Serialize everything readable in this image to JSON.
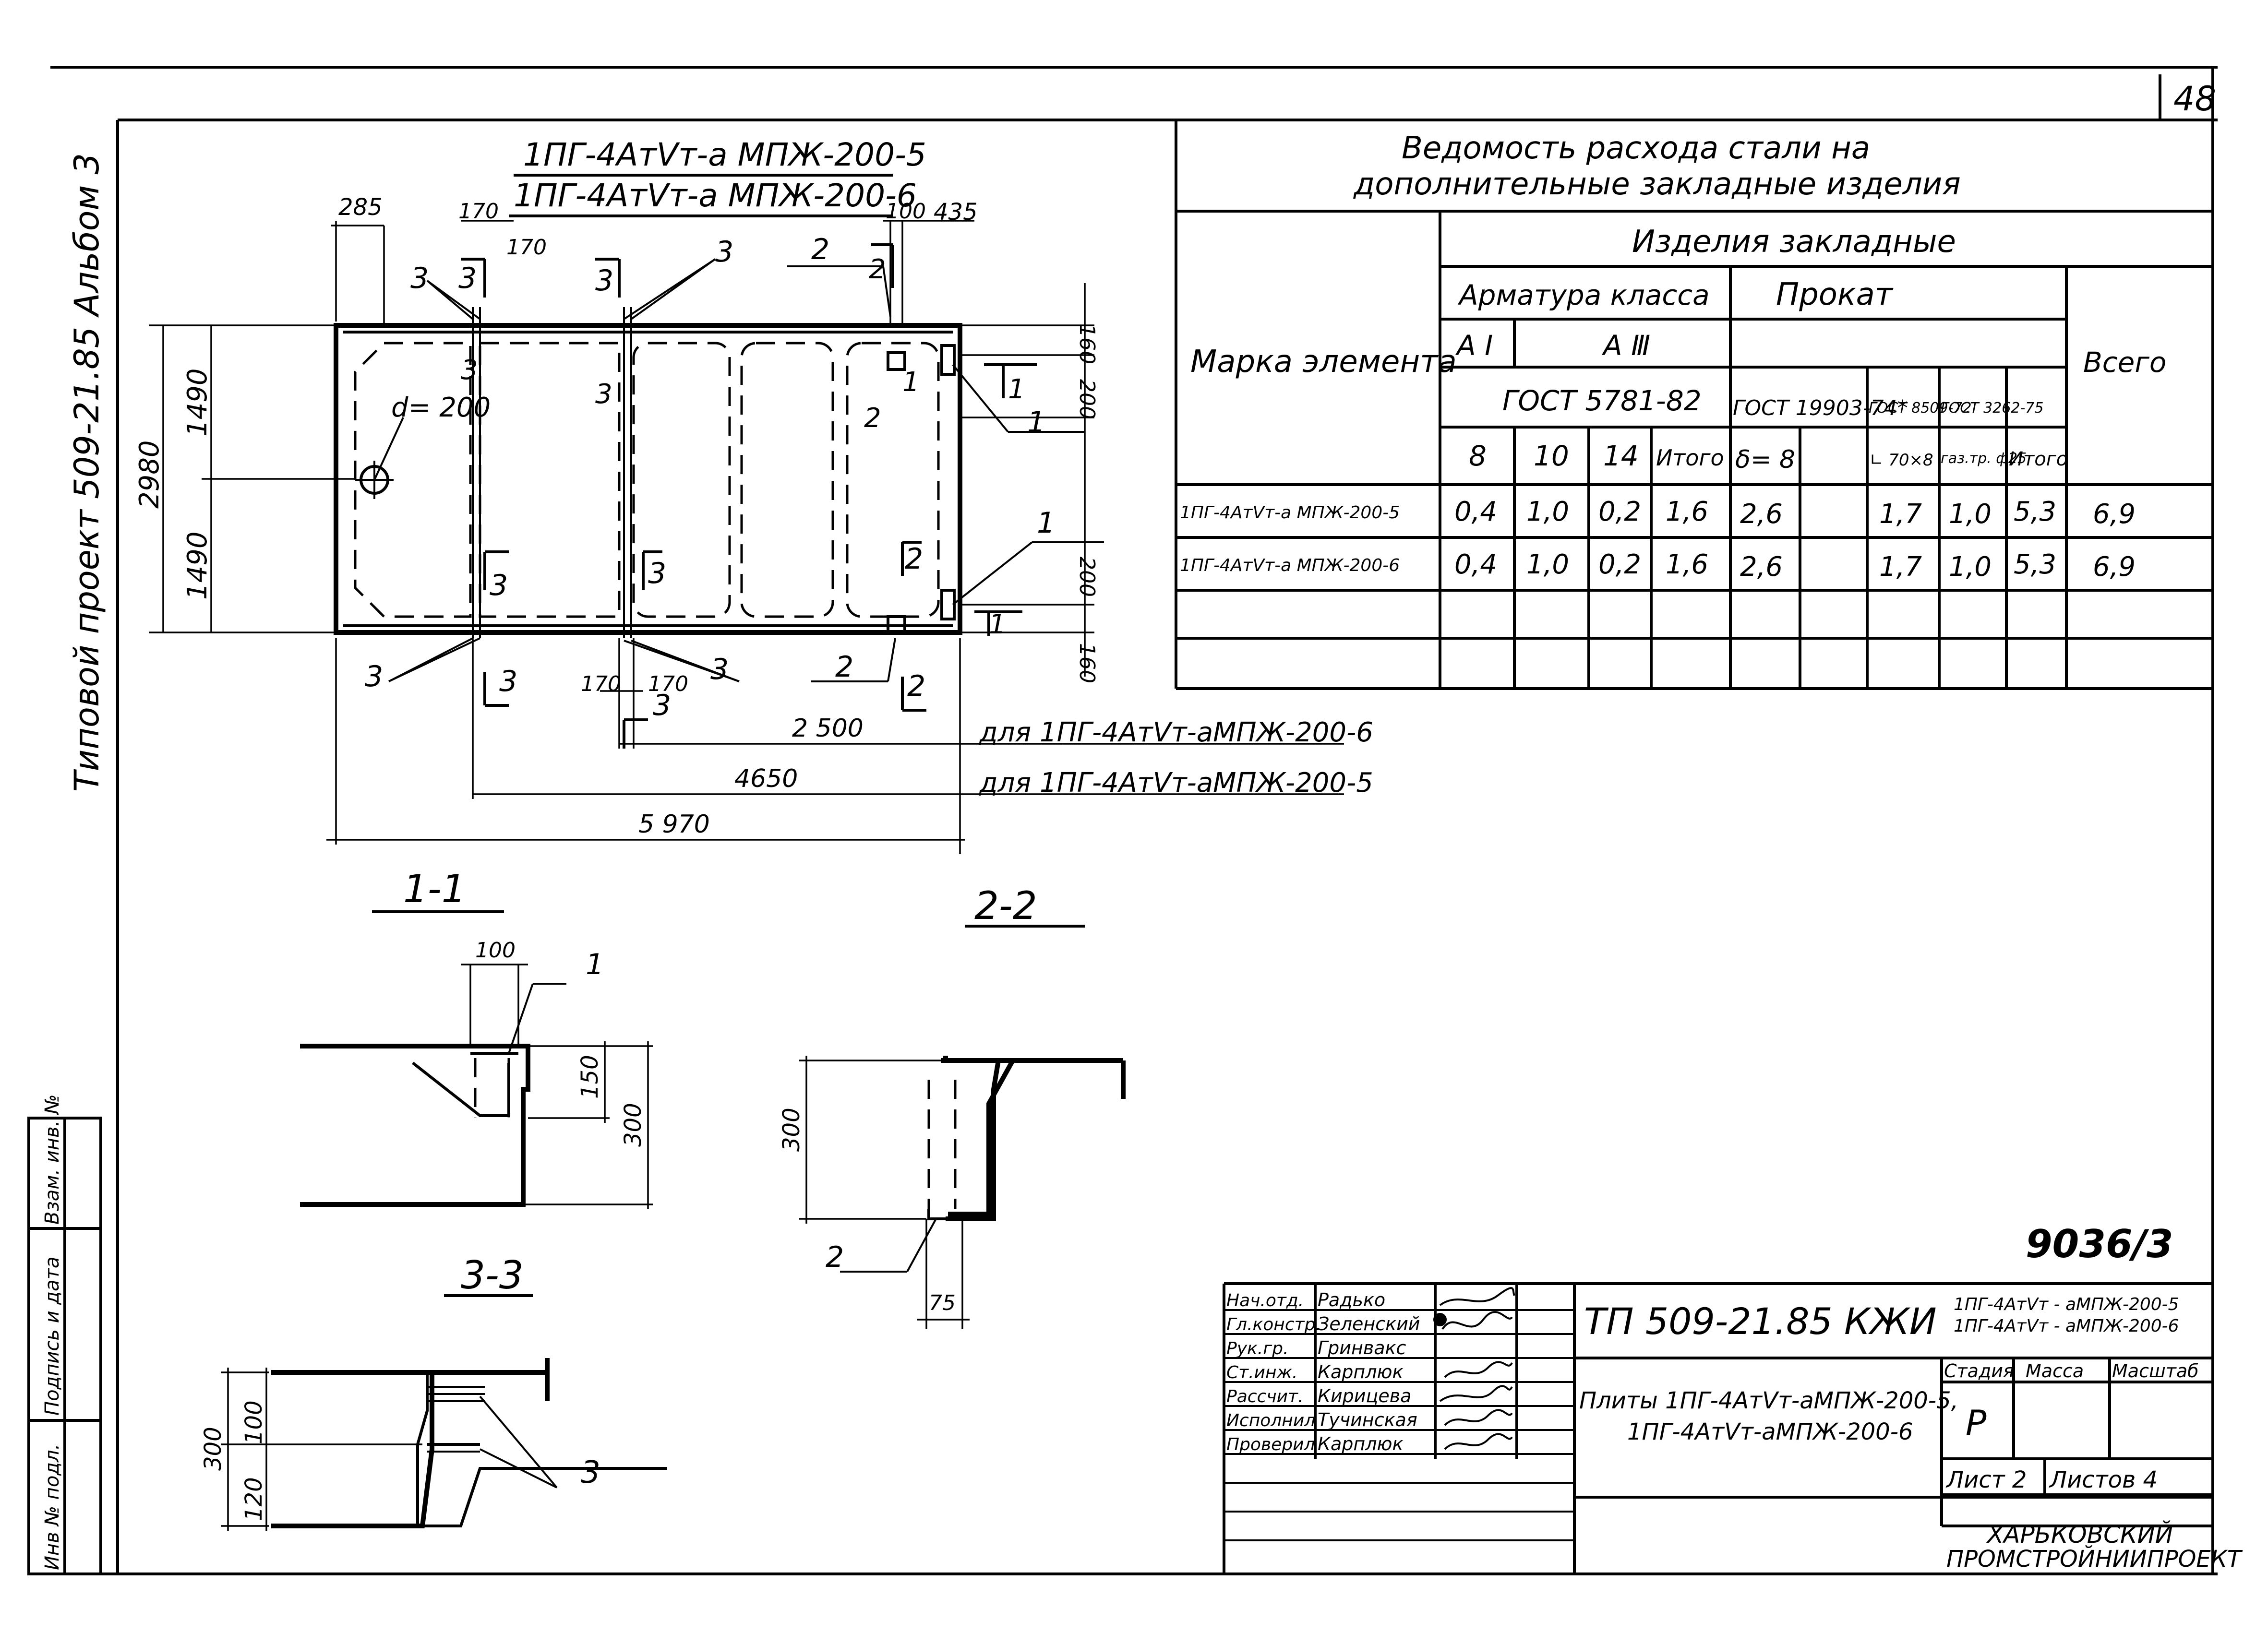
{
  "sheet_corner_number": "48",
  "side_stamp": "Типовой проект 509-21.85 Альбом 3",
  "left_strip": {
    "inv": "Инв № подл.",
    "sign": "Подпись и дата",
    "vzam": "Взам. инв. №"
  },
  "plan": {
    "title_1": "1ПГ-4АтⅤт-а МПЖ-200-5",
    "title_2": "1ПГ-4АтⅤт-а МПЖ-200-6",
    "dims": {
      "d285": "285",
      "d170a": "170",
      "d170b": "170",
      "d100": "100",
      "d435": "435",
      "d160a": "160",
      "d200a": "200",
      "d200b": "200",
      "d160b": "160",
      "d1490a": "1490",
      "d1490b": "1490",
      "d2980": "2980",
      "d170c": "170",
      "d170d": "170",
      "d2500": "2 500",
      "d4650": "4650",
      "d5970": "5 970"
    },
    "hole": "d= 200",
    "callouts": {
      "n1": "1",
      "n2": "2",
      "n3": "3"
    },
    "cuts": {
      "c1": "1",
      "c2": "2",
      "c3": "3"
    },
    "note_6": "для 1ПГ-4АтⅤт-аМПЖ-200-6",
    "note_5": "для 1ПГ-4АтⅤт-аМПЖ-200-5"
  },
  "sections": {
    "s11": {
      "title": "1-1",
      "d100": "100",
      "d150": "150",
      "d300": "300",
      "pos": "1"
    },
    "s22": {
      "title": "2-2",
      "d300": "300",
      "d75": "75",
      "pos": "2"
    },
    "s33": {
      "title": "3-3",
      "d300": "300",
      "d100": "100",
      "d120": "120",
      "pos": "3"
    }
  },
  "steel_table": {
    "title_1": "Ведомость расхода стали на",
    "title_2": "дополнительные закладные изделия",
    "h_mark": "Марка элемента",
    "h_items": "Изделия закладные",
    "h_rebar": "Арматура класса",
    "h_rolled": "Прокат",
    "h_total": "Всего",
    "h_ai": "А Ⅰ",
    "h_aiii": "А Ⅲ",
    "h_gost5781": "ГОСТ 5781-82",
    "h_gost19903": "ГОСТ 19903-74*",
    "h_gost8509": "ГОСТ 8509-72",
    "h_gost3262": "ГОСТ 3262-75",
    "sub": [
      "8",
      "10",
      "14",
      "Итого",
      "δ= 8",
      "",
      "∟ 70×8",
      "газ.тр. ф25",
      "Итого"
    ],
    "rows": [
      {
        "mark": "1ПГ-4АтⅤт-а МПЖ-200-5",
        "cells": [
          "0,4",
          "1,0",
          "0,2",
          "1,6",
          "2,6",
          "",
          "1,7",
          "1,0",
          "5,3"
        ],
        "total": "6,9"
      },
      {
        "mark": "1ПГ-4АтⅤт-а МПЖ-200-6",
        "cells": [
          "0,4",
          "1,0",
          "0,2",
          "1,6",
          "2,6",
          "",
          "1,7",
          "1,0",
          "5,3"
        ],
        "total": "6,9"
      }
    ]
  },
  "code": "9036/3",
  "stamp": {
    "roles": [
      "Нач.отд.",
      "Гл.констр.",
      "Рук.гр.",
      "Ст.инж.",
      "Рассчит.",
      "Исполнил",
      "Проверил"
    ],
    "names": [
      "Радько",
      "Зеленский",
      "Гринвакс",
      "Карплюк",
      "Кирицева",
      "Тучинская",
      "Карплюк"
    ],
    "doc_code": "ТП 509-21.85 КЖИ",
    "doc_items_1": "1ПГ-4АтⅤт - аМПЖ-200-5",
    "doc_items_2": "1ПГ-4АтⅤт - аМПЖ-200-6",
    "name_1": "Плиты 1ПГ-4АтⅤт-аМПЖ-200-5,",
    "name_2": "1ПГ-4АтⅤт-аМПЖ-200-6",
    "h_stage": "Стадия",
    "h_mass": "Масса",
    "h_scale": "Масштаб",
    "stage": "Р",
    "sheet": "Лист 2",
    "sheets": "Листов 4",
    "org_1": "ХАРЬКОВСКИЙ",
    "org_2": "ПРОМСТРОЙНИИПРОЕКТ"
  }
}
